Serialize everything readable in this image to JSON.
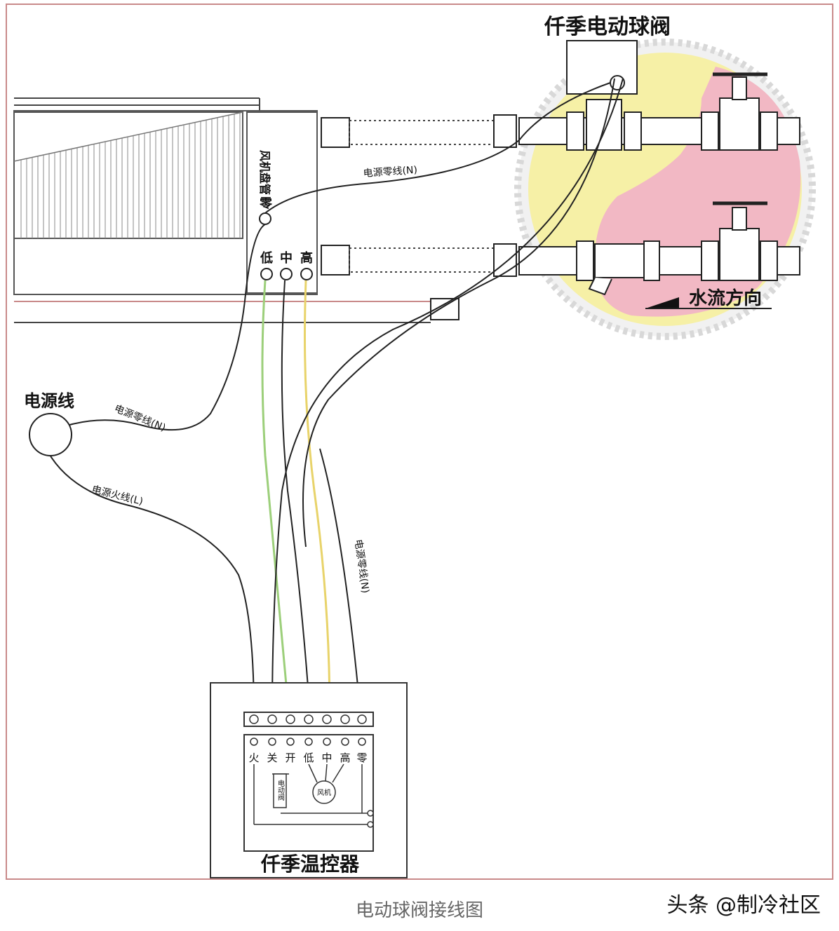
{
  "diagram": {
    "valve_title": "仟季电动球阀",
    "fan_coil": "风机盘管",
    "neutral_terminal": "零",
    "speed_terminals": [
      "低",
      "中",
      "高"
    ],
    "water_flow": "水流方向",
    "power_cord": "电源线",
    "wire_neutral_top": "电源零线(N)",
    "wire_neutral_left": "电源零线(N)",
    "wire_live": "电源火线(L)",
    "wire_neutral_bundle": "电源零线(N)",
    "thermostat_title": "仟季温控器",
    "terminals": [
      "火",
      "关",
      "开",
      "低",
      "中",
      "高",
      "零"
    ],
    "valve_box_label": "电动阀",
    "fan_label": "风机"
  },
  "caption": "电动球阀接线图",
  "watermark": "头条 @制冷社区",
  "colors": {
    "line": "#111111",
    "wire_green": "#9ccf7a",
    "wire_yellow": "#e8d36a",
    "valve_yellow": "#f6f0a6",
    "valve_pink": "#f2b8c4",
    "frame_red": "#c98a8a"
  }
}
